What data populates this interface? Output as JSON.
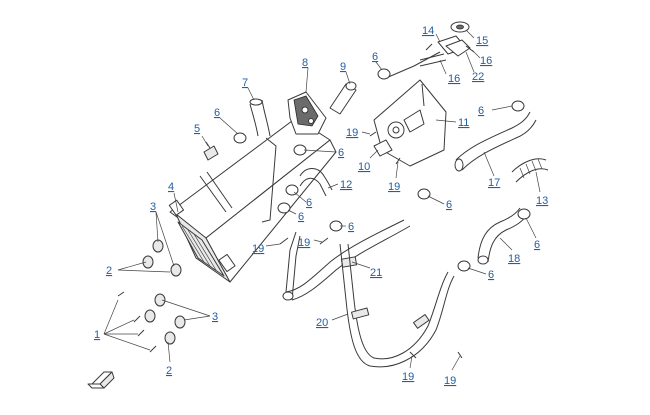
{
  "diagram": {
    "callouts": [
      {
        "id": "c1",
        "label": "1"
      },
      {
        "id": "c2a",
        "label": "2"
      },
      {
        "id": "c2b",
        "label": "2"
      },
      {
        "id": "c3a",
        "label": "3"
      },
      {
        "id": "c3b",
        "label": "3"
      },
      {
        "id": "c4",
        "label": "4"
      },
      {
        "id": "c5",
        "label": "5"
      },
      {
        "id": "c6a",
        "label": "6"
      },
      {
        "id": "c6b",
        "label": "6"
      },
      {
        "id": "c6c",
        "label": "6"
      },
      {
        "id": "c6d",
        "label": "6"
      },
      {
        "id": "c6e",
        "label": "6"
      },
      {
        "id": "c6f",
        "label": "6"
      },
      {
        "id": "c6g",
        "label": "6"
      },
      {
        "id": "c6h",
        "label": "6"
      },
      {
        "id": "c6i",
        "label": "6"
      },
      {
        "id": "c6j",
        "label": "6"
      },
      {
        "id": "c7",
        "label": "7"
      },
      {
        "id": "c8",
        "label": "8"
      },
      {
        "id": "c9",
        "label": "9"
      },
      {
        "id": "c10",
        "label": "10"
      },
      {
        "id": "c11",
        "label": "11"
      },
      {
        "id": "c12",
        "label": "12"
      },
      {
        "id": "c13",
        "label": "13"
      },
      {
        "id": "c14",
        "label": "14"
      },
      {
        "id": "c15",
        "label": "15"
      },
      {
        "id": "c16a",
        "label": "16"
      },
      {
        "id": "c16b",
        "label": "16"
      },
      {
        "id": "c17",
        "label": "17"
      },
      {
        "id": "c18",
        "label": "18"
      },
      {
        "id": "c19a",
        "label": "19"
      },
      {
        "id": "c19b",
        "label": "19"
      },
      {
        "id": "c19c",
        "label": "19"
      },
      {
        "id": "c19d",
        "label": "19"
      },
      {
        "id": "c19e",
        "label": "19"
      },
      {
        "id": "c19f",
        "label": "19"
      },
      {
        "id": "c20",
        "label": "20"
      },
      {
        "id": "c21",
        "label": "21"
      },
      {
        "id": "c22",
        "label": "22"
      }
    ]
  }
}
